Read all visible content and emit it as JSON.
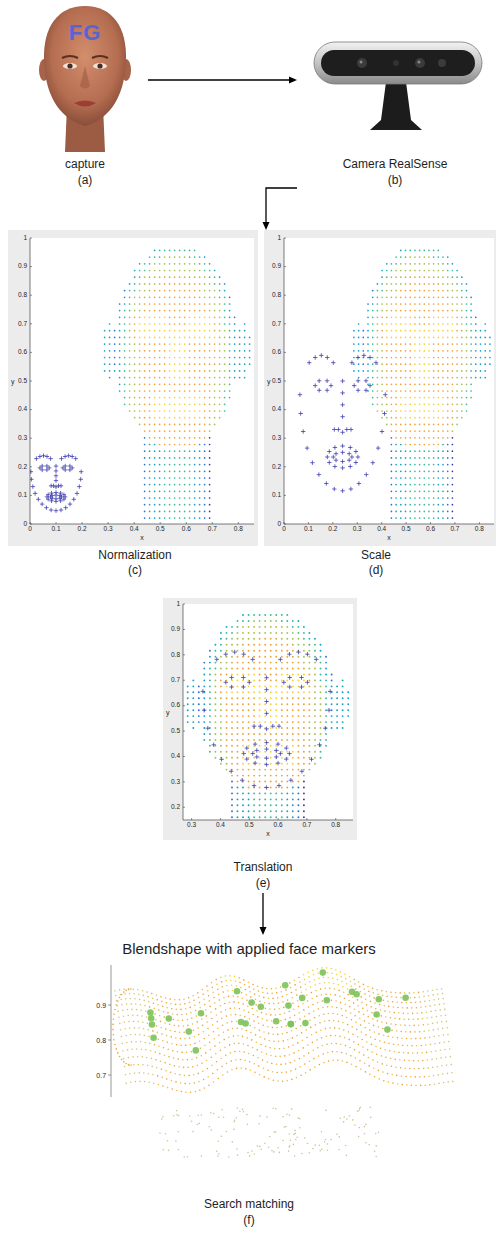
{
  "diagram": {
    "nodes": [
      {
        "text": [
          "capture",
          "(a)"
        ]
      },
      {
        "text": [
          "Camera RealSense",
          "(b)"
        ]
      },
      {
        "text": [
          "Normalization",
          "(c)"
        ]
      },
      {
        "text": [
          "Scale",
          "(d)"
        ]
      },
      {
        "text": [
          "Translation",
          "(e)"
        ]
      },
      {
        "text": [
          "Blendshape with applied face markers",
          "Search matching",
          "(f)"
        ]
      }
    ],
    "edges": [
      {
        "from": 0,
        "to": 1,
        "arrow": "to"
      },
      {
        "from": 1,
        "to": 2,
        "arrow": "to"
      },
      {
        "from": 4,
        "to": 5,
        "arrow": "to"
      }
    ],
    "labels": [
      "FG",
      "1",
      "0.9",
      "0.8",
      "0.7",
      "0.6",
      "0.5",
      "0.4",
      "0.3",
      "0.2",
      "0.1",
      "0",
      "y",
      "0",
      "0.1",
      "0.2",
      "0.3",
      "0.4",
      "0.5",
      "0.6",
      "0.7",
      "0.8",
      "x",
      "1",
      "0.9",
      "0.8",
      "0.7",
      "0.6",
      "0.5",
      "0.4",
      "0.3",
      "0.2",
      "0.1",
      "0",
      "y",
      "0",
      "0.1",
      "0.2",
      "0.3",
      "0.4",
      "0.5",
      "0.6",
      "0.7",
      "0.8",
      "x",
      "1",
      "0.9",
      "0.8",
      "0.7",
      "0.6",
      "0.5",
      "0.4",
      "0.3",
      "0.2",
      "y",
      "0.3",
      "0.4",
      "0.5",
      "0.6",
      "0.7",
      "0.8",
      "x",
      "0.9",
      "0.8",
      "0.7"
    ]
  }
}
